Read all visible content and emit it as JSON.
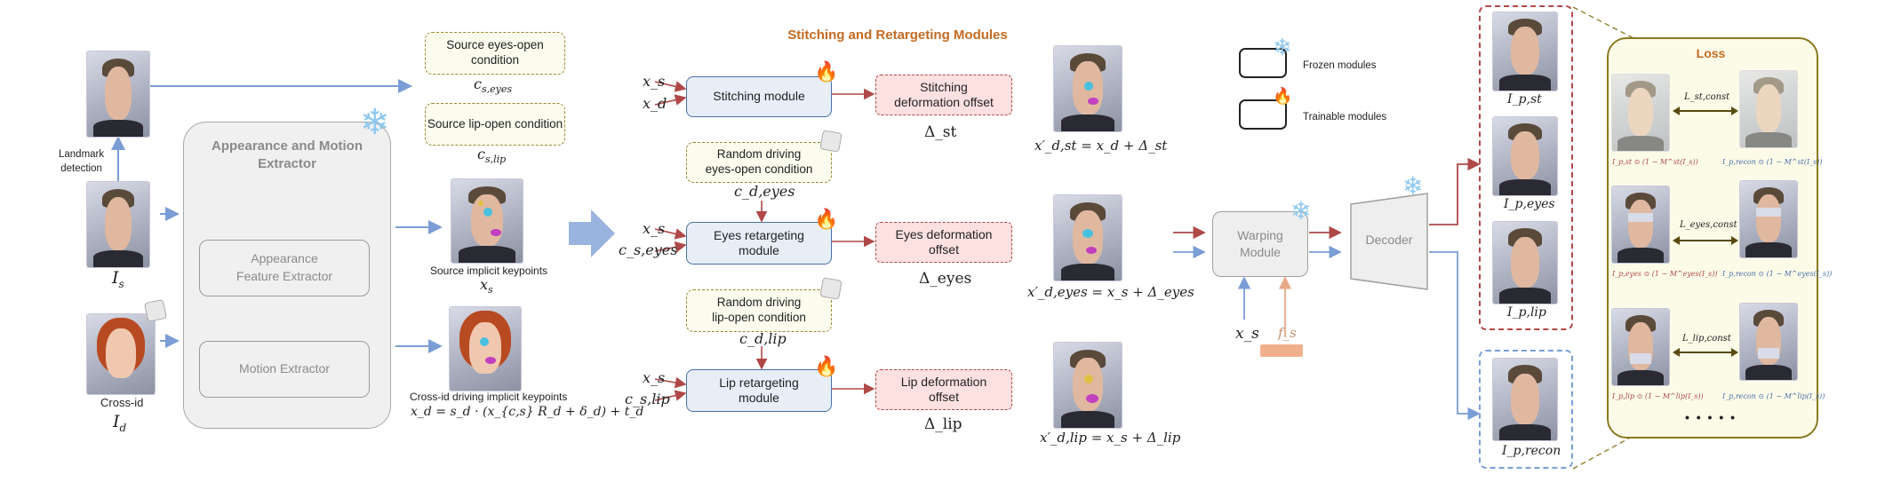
{
  "left": {
    "landmark_detection": "Landmark\ndetection",
    "source_image": "I",
    "source_sub": "s",
    "cross_id_label": "Cross-id",
    "driving_image": "I",
    "driving_sub": "d"
  },
  "extractor": {
    "title": "Appearance and Motion Extractor",
    "appearance": "Appearance\nFeature Extractor",
    "motion": "Motion Extractor"
  },
  "conditions": {
    "eyes_box": "Source eyes-open condition",
    "eyes_sym": "c",
    "eyes_sub": "s,eyes",
    "lip_box": "Source lip-open condition",
    "lip_sym": "c",
    "lip_sub": "s,lip"
  },
  "keypoints": {
    "source_caption": "Source implicit keypoints",
    "source_sym": "x",
    "source_sub": "s",
    "driving_caption": "Cross-id driving implicit keypoints",
    "driving_formula": "x_d = s_d · (x_{c,s} R_d + δ_d) + t_d"
  },
  "stitching_panel": {
    "title": "Stitching and Retargeting Modules",
    "stitching_module": "Stitching module",
    "stitching_offset": "Stitching\ndeformation offset",
    "delta_st": "Δ_st",
    "eyes_module": "Eyes retargeting\nmodule",
    "eyes_offset": "Eyes deformation\noffset",
    "delta_eyes": "Δ_eyes",
    "lip_module": "Lip retargeting\nmodule",
    "lip_offset": "Lip deformation\noffset",
    "delta_lip": "Δ_lip",
    "rand_eyes": "Random driving\neyes-open condition",
    "c_d_eyes": "c_d,eyes",
    "rand_lip": "Random driving\nlip-open condition",
    "c_d_lip": "c_d,lip",
    "in_st_1": "x_s",
    "in_st_2": "x_d",
    "in_eyes_1": "x_s",
    "in_eyes_2": "c_s,eyes",
    "in_lip_1": "x_s",
    "in_lip_2": "c_s,lip",
    "out_st": "x′_d,st = x_d + Δ_st",
    "out_eyes": "x′_d,eyes = x_s + Δ_eyes",
    "out_lip": "x′_d,lip = x_s + Δ_lip"
  },
  "legend": {
    "frozen": "Frozen modules",
    "trainable": "Trainable modules"
  },
  "warp": {
    "warping": "Warping\nModule",
    "decoder": "Decoder",
    "x_s": "x_s",
    "f_s": "f_s"
  },
  "outputs": {
    "p_st": "I_p,st",
    "p_eyes": "I_p,eyes",
    "p_lip": "I_p,lip",
    "p_recon": "I_p,recon"
  },
  "loss": {
    "title": "Loss",
    "st_const": "L_st,const",
    "eyes_const": "L_eyes,const",
    "lip_const": "L_lip,const",
    "r1_left": "I_p,st ⊙ (1 − M^st(I_s))",
    "r1_right": "I_p,recon ⊙ (1 − M^st(I_s))",
    "r2_left": "I_p,eyes ⊙ (1 − M^eyes(I_s))",
    "r2_right": "I_p,recon ⊙ (1 − M^eyes(I_s))",
    "r3_left": "I_p,lip ⊙ (1 − M^lip(I_s))",
    "r3_right": "I_p,recon ⊙ (1 − M^lip(I_s))",
    "dots": "• • • • •"
  },
  "colors": {
    "blue_arrow": "#7a9dd6",
    "red_arrow": "#b04848",
    "panel_border": "#9c5a6a",
    "panel_fill": "#fbf3f6",
    "loss_border": "#8a7a20",
    "loss_fill": "#fbfbe8",
    "title_orange": "#c46a22"
  },
  "icons": [
    "snowflake-icon",
    "flame-icon",
    "dice-icon"
  ]
}
